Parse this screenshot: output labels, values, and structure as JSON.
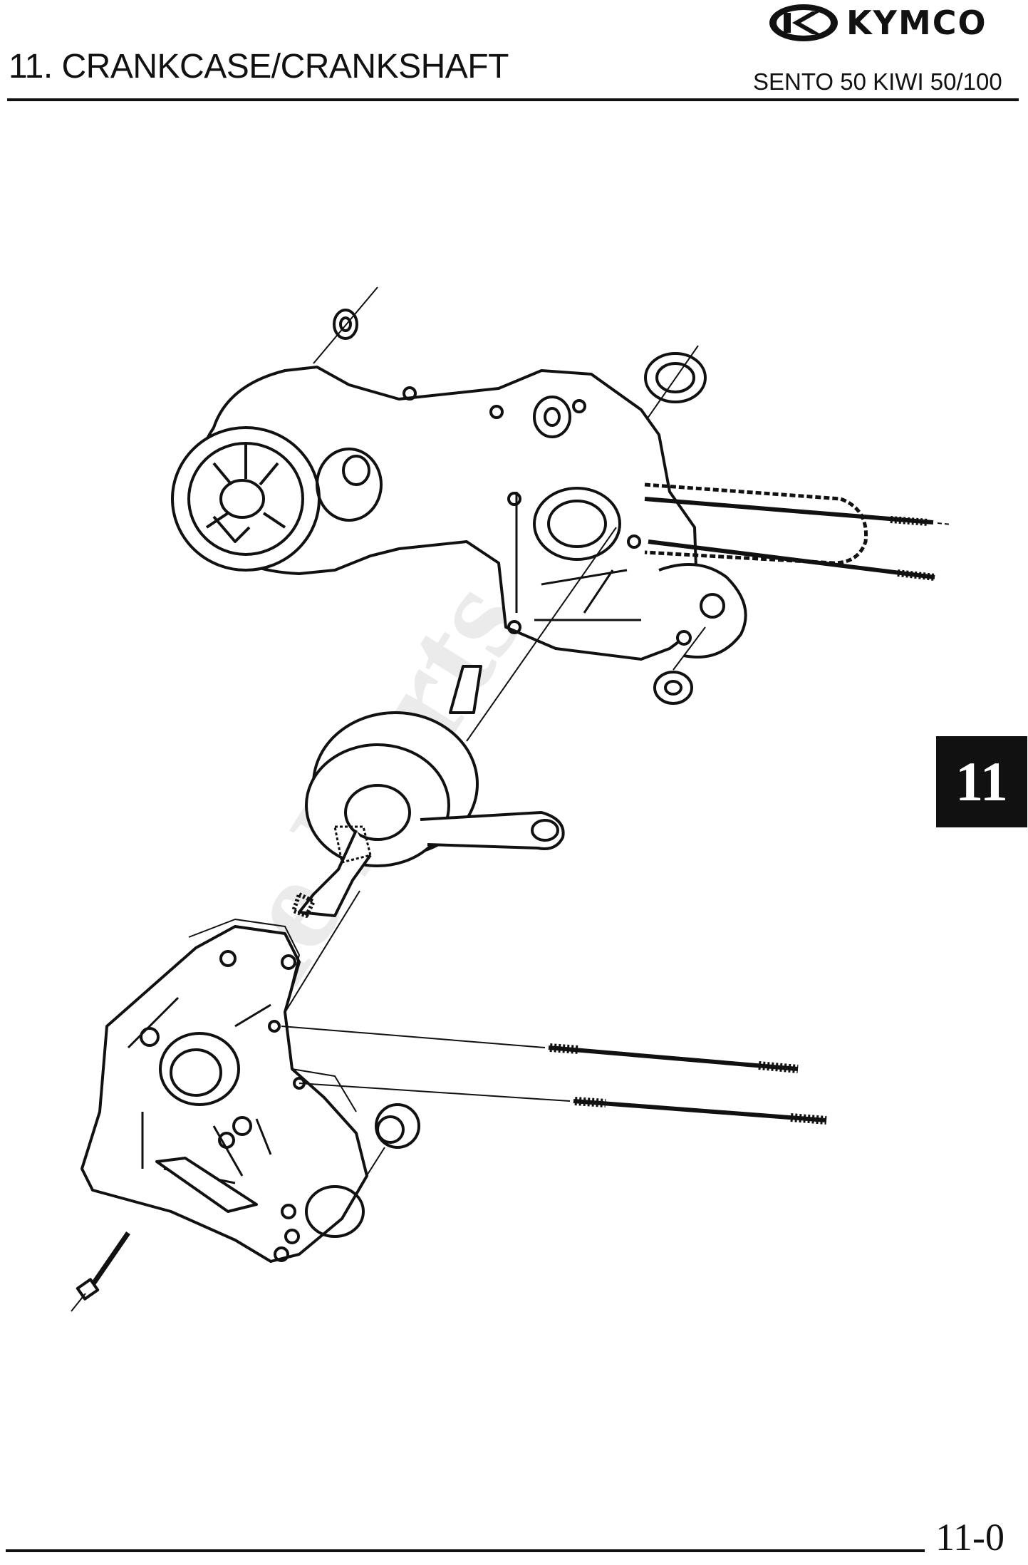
{
  "header": {
    "title": "11. CRANKCASE/CRANKSHAFT",
    "brand": "KYMCO",
    "model": "SENTO 50 KIWI 50/100"
  },
  "section_tab": {
    "label": "11"
  },
  "footer": {
    "page_number": "11-0"
  },
  "watermark": {
    "text": "Fiche Parts"
  },
  "colors": {
    "ink": "#111111",
    "paper": "#ffffff",
    "watermark": "#dcdcdc"
  }
}
